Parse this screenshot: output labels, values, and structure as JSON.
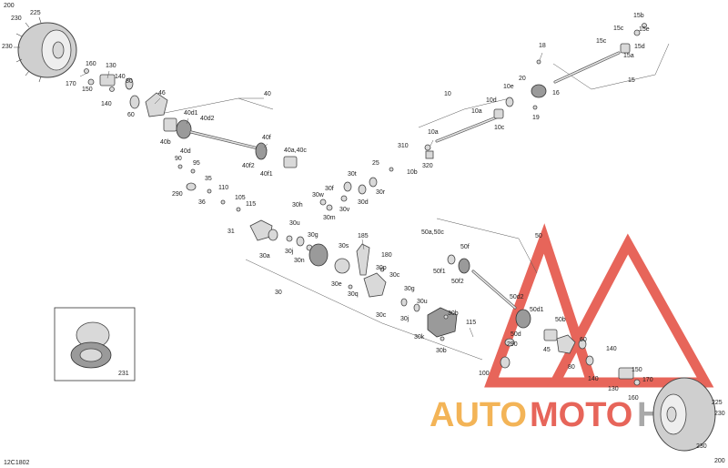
{
  "diagram": {
    "code": "12C1802",
    "inset_label": "231",
    "watermark": {
      "brand": "AUTOMOTOHUB",
      "part_auto": "AUTO",
      "part_moto": "MOTO",
      "part_hub": "HUB",
      "color_red": "#e34b3e",
      "color_orange": "#f2a83a",
      "color_gray": "#9b9b9b"
    },
    "callouts": {
      "c200_tl": "200",
      "c225_tl": "225",
      "c230_tl": "230",
      "c230b_tl": "230",
      "c170_l": "170",
      "c160_l": "160",
      "c150_l": "150",
      "c130_l": "130",
      "c140_l": "140",
      "c140b_l": "140",
      "c80_l": "80",
      "c60_l": "60",
      "c46": "46",
      "c40": "40",
      "c40d1": "40d1",
      "c40d2": "40d2",
      "c40b": "40b",
      "c40d": "40d",
      "c40f": "40f",
      "c40f2": "40f2",
      "c40f1": "40f1",
      "c40a40c": "40a,40c",
      "c90": "90",
      "c95": "95",
      "c290_l": "290",
      "c35": "35",
      "c36": "36",
      "c110": "110",
      "c105": "105",
      "c115_l": "115",
      "c31": "31",
      "c30h": "30h",
      "c30w": "30w",
      "c30f_a": "30f",
      "c30m": "30m",
      "c30v": "30v",
      "c30t": "30t",
      "c30d": "30d",
      "c30r": "30r",
      "c25": "25",
      "c30u_a": "30u",
      "c30a": "30a",
      "c30j_a": "30j",
      "c30g_a": "30g",
      "c30n": "30n",
      "c30s": "30s",
      "c185": "185",
      "c180": "180",
      "c30e": "30e",
      "c30q": "30q",
      "c30p": "30p",
      "c30c_a": "30c",
      "c30c_b": "30c",
      "c30g_b": "30g",
      "c30u_b": "30u",
      "c30j_b": "30j",
      "c30b_a": "30b",
      "c30k": "30k",
      "c30b_b": "30b",
      "c30": "30",
      "c115_r": "115",
      "c100": "100",
      "c310": "310",
      "c10b": "10b",
      "c320": "320",
      "c10a": "10a",
      "c10": "10",
      "c10d": "10d",
      "c10e": "10e",
      "c10c": "10c",
      "c18": "18",
      "c20": "20",
      "c19": "19",
      "c16": "16",
      "c15": "15",
      "c15a": "15a",
      "c15b": "15b",
      "c15c": "15c",
      "c15d": "15d",
      "c15e": "15e",
      "c50": "50",
      "c50a50c": "50a,50c",
      "c50f": "50f",
      "c50f1": "50f1",
      "c50f2": "50f2",
      "c50d2": "50d2",
      "c50d1": "50d1",
      "c50d": "50d",
      "c50b": "50b",
      "c290_r": "290",
      "c45": "45",
      "c60_r": "60",
      "c140_r": "140",
      "c80_r": "80",
      "c140b_r": "140",
      "c150_r": "150",
      "c170_r": "170",
      "c130_r": "130",
      "c160_r": "160",
      "c225_br": "225",
      "c230_br": "230",
      "c200_br": "200",
      "c230b_br": "230"
    }
  }
}
